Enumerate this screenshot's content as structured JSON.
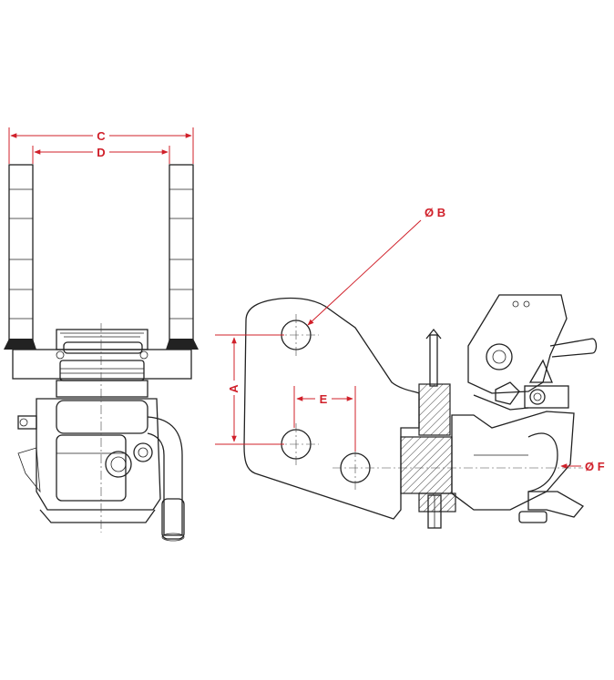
{
  "colors": {
    "dimension": "#d0202a",
    "line": "#222222",
    "background": "#ffffff"
  },
  "labels": {
    "c": "C",
    "d": "D",
    "a": "A",
    "e": "E",
    "b": "Ø B",
    "f": "Ø F"
  }
}
